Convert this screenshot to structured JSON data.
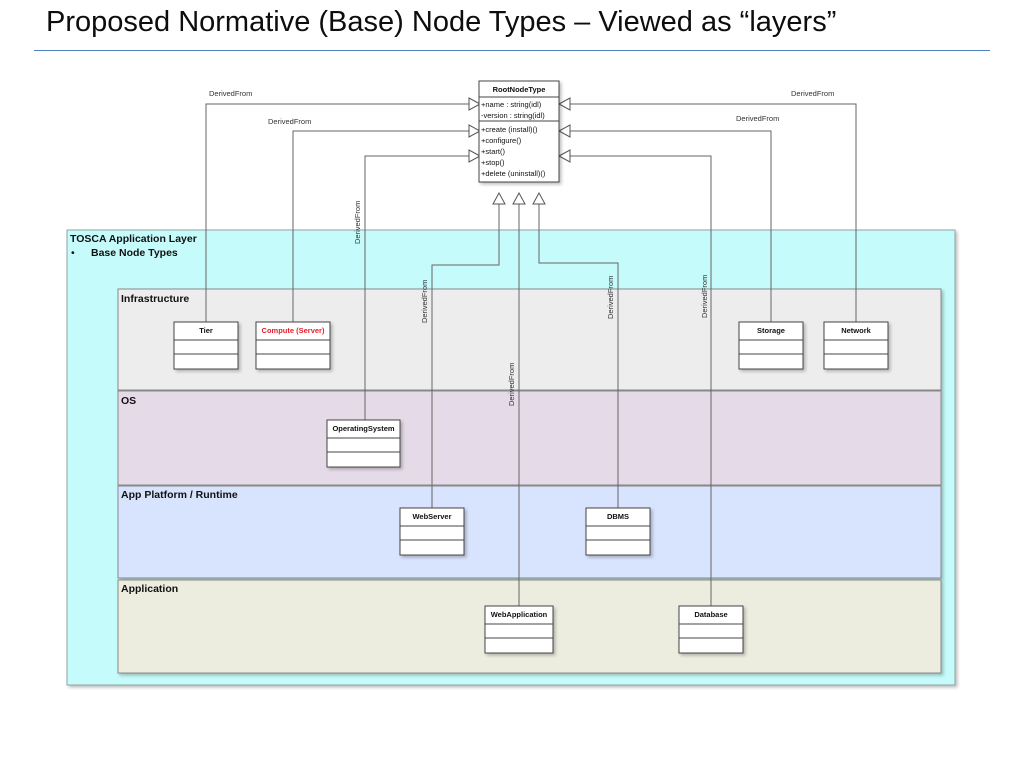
{
  "title": "Proposed Normative (Base) Node Types – Viewed as “layers”",
  "root": {
    "name": "RootNodeType",
    "attributes": [
      "+name : string(idl)",
      "-version : string(idl)"
    ],
    "operations": [
      "+create (install)()",
      "+configure()",
      "+start()",
      "+stop()",
      "+delete (uninstall)()"
    ]
  },
  "edge_label": "DerivedFrom",
  "app_layer": {
    "title": "TOSCA Application Layer",
    "bullet": "•",
    "subtitle": "Base Node Types"
  },
  "layers": {
    "infrastructure": "Infrastructure",
    "os": "OS",
    "platform": "App Platform / Runtime",
    "application": "Application"
  },
  "nodes": {
    "tier": "Tier",
    "compute": "Compute (Server)",
    "storage": "Storage",
    "network": "Network",
    "operating_system": "OperatingSystem",
    "web_server": "WebServer",
    "dbms": "DBMS",
    "web_application": "WebApplication",
    "database": "Database"
  },
  "colors": {
    "app_layer_fill": "#c5fbfb",
    "infrastructure_fill": "#ededed",
    "os_fill": "#e5dbe8",
    "platform_fill": "#d8e3fd",
    "application_fill": "#ececdf",
    "compute_label": "#e8202a",
    "title_rule": "#4f81bd"
  }
}
